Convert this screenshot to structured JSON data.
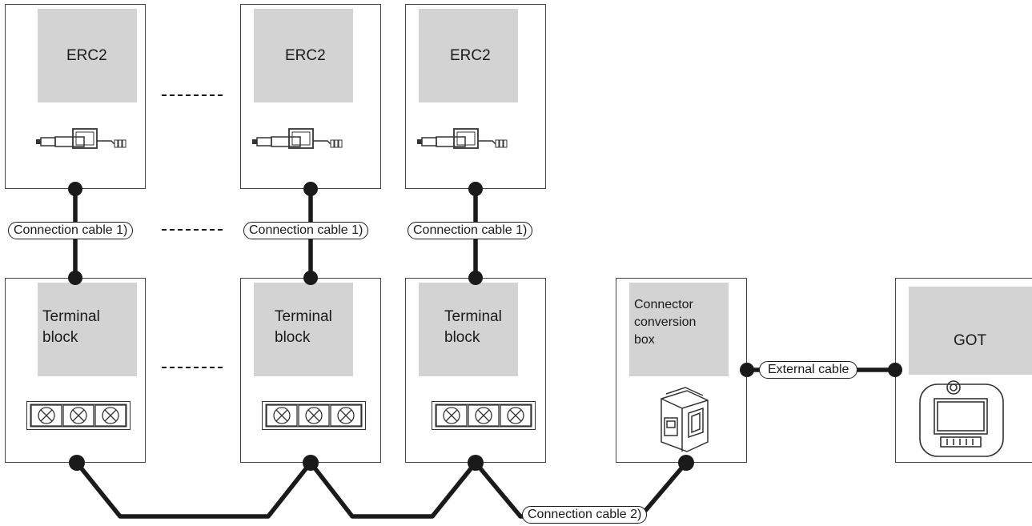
{
  "units": {
    "erc_label": "ERC2",
    "terminal_label_line1": "Terminal",
    "terminal_label_line2": "block"
  },
  "converter": {
    "line1": "Connector",
    "line2": "conversion",
    "line3": "box"
  },
  "got": {
    "label": "GOT"
  },
  "cables": {
    "cable1": "Connection cable 1)",
    "cable2": "Connection cable 2)",
    "external": "External cable"
  }
}
